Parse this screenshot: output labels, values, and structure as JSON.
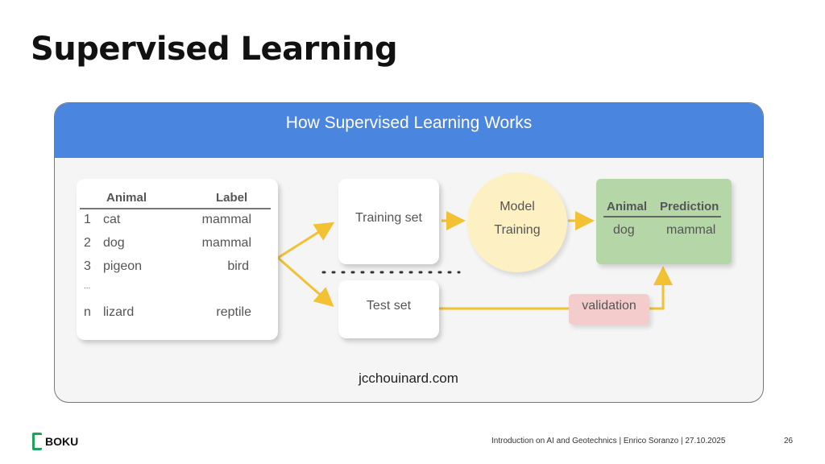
{
  "slide": {
    "title": "Supervised Learning",
    "page": "26",
    "footer": "Introduction on AI and Geotechnics | Enrico Soranzo | 27.10.2025",
    "logo": "BOKU"
  },
  "diagram": {
    "header": "How Supervised Learning Works",
    "table": {
      "headers": [
        "Animal",
        "Label"
      ],
      "rows": [
        {
          "n": "1",
          "animal": "cat",
          "label": "mammal"
        },
        {
          "n": "2",
          "animal": "dog",
          "label": "mammal"
        },
        {
          "n": "3",
          "animal": "pigeon",
          "label": "bird"
        },
        {
          "n": "...",
          "animal": "",
          "label": ""
        },
        {
          "n": "n",
          "animal": "lizard",
          "label": "reptile"
        }
      ]
    },
    "training_set": "Training set",
    "test_set": "Test set",
    "model": [
      "Model",
      "Training"
    ],
    "prediction": {
      "headers": [
        "Animal",
        "Prediction"
      ],
      "row": [
        "dog",
        "mammal"
      ]
    },
    "validation": "validation",
    "source": "jcchouinard.com",
    "colors": {
      "header": "#4a86e0",
      "arrow": "#f2c134",
      "model": "#fdf1c4",
      "prediction": "#b5d7a8",
      "validation": "#f5cccc"
    }
  }
}
